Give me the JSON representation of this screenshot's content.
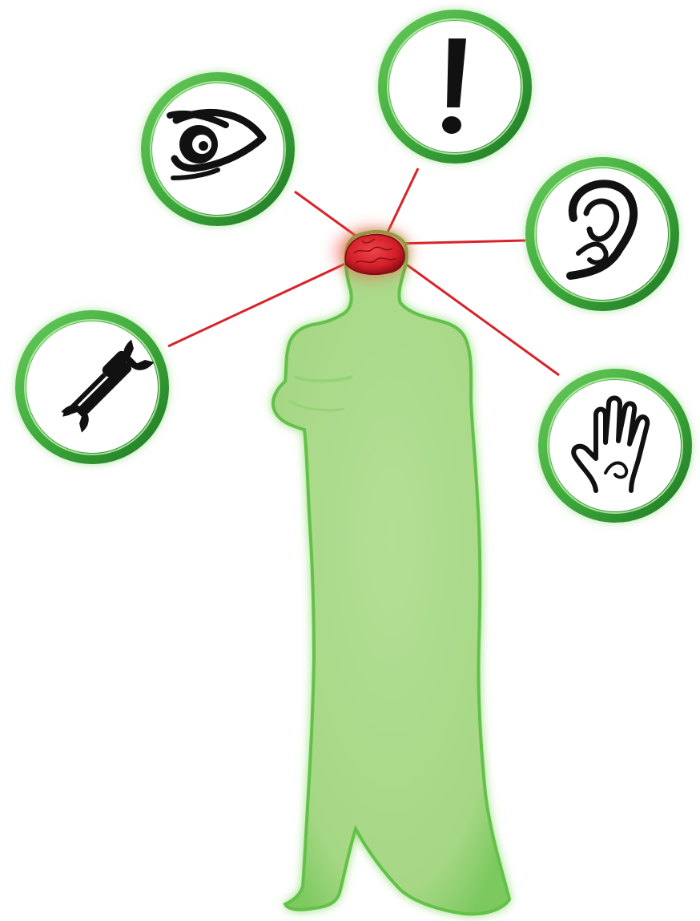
{
  "colors": {
    "background": "#ffffff",
    "body_fill": "#a9d88a",
    "body_edge": "#5cbc43",
    "body_glow": "#7ed65e",
    "ring": "#3faa3c",
    "ring_dark": "#1f7a25",
    "ring_highlight": "#c8f2b8",
    "connector": "#d8232a",
    "brain": "#d92730",
    "brain_dark": "#8e0f16",
    "brain_glow": "#ff3b3b",
    "icon": "#111111"
  },
  "figure": {
    "name": "human-silhouette",
    "center": "brain"
  },
  "senses": [
    {
      "id": "sight",
      "icon": "eye-icon"
    },
    {
      "id": "attention",
      "icon": "exclamation-icon"
    },
    {
      "id": "hearing",
      "icon": "ear-icon"
    },
    {
      "id": "tools",
      "icon": "screwdriver-wrench-icon"
    },
    {
      "id": "touch",
      "icon": "hand-icon"
    }
  ]
}
